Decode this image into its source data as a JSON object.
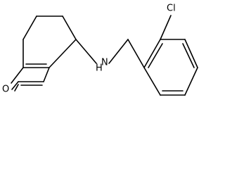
{
  "structure": {
    "atom_labels": {
      "oxygen": "O",
      "amine": "H",
      "amine_n": "N",
      "chlorine": "Cl"
    }
  }
}
